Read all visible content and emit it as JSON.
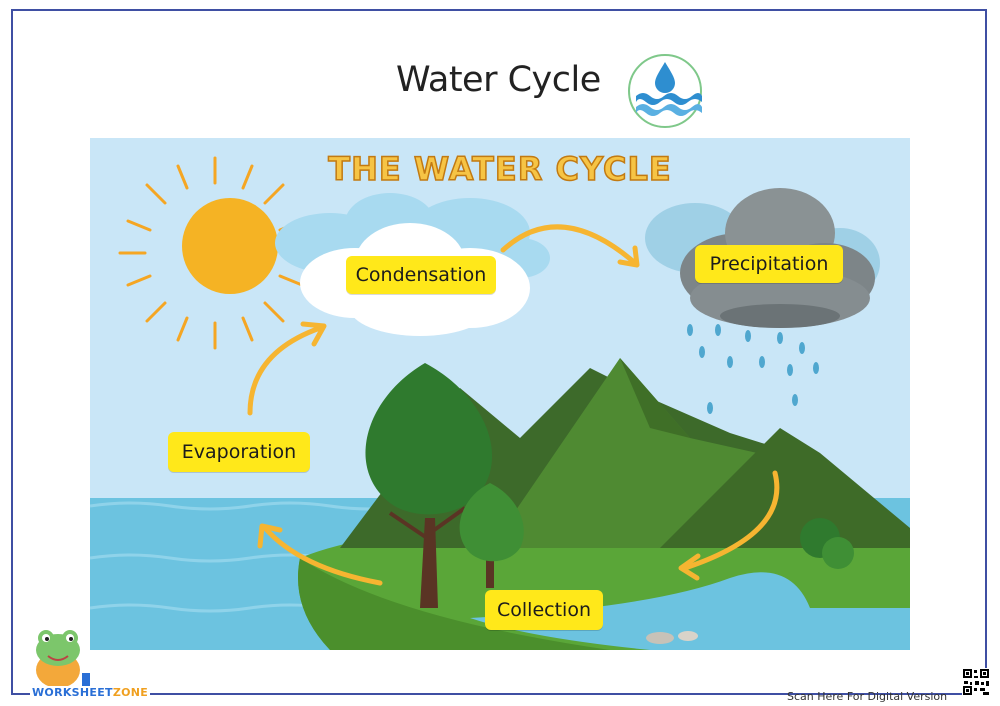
{
  "page": {
    "title": "Water Cycle"
  },
  "diagram": {
    "banner": "THE WATER CYCLE",
    "labels": {
      "condensation": "Condensation",
      "precipitation": "Precipitation",
      "evaporation": "Evaporation",
      "collection": "Collection"
    }
  },
  "footer": {
    "brand_prefix": "WORKSHEET",
    "brand_suffix": "ZONE",
    "scan_text": "Scan Here For Digital Version"
  },
  "colors": {
    "sky": "#c9e6f7",
    "label": "#ffe81a",
    "arrow": "#f6b531",
    "sun": "#f5a623",
    "frame": "#3f4fa3"
  }
}
